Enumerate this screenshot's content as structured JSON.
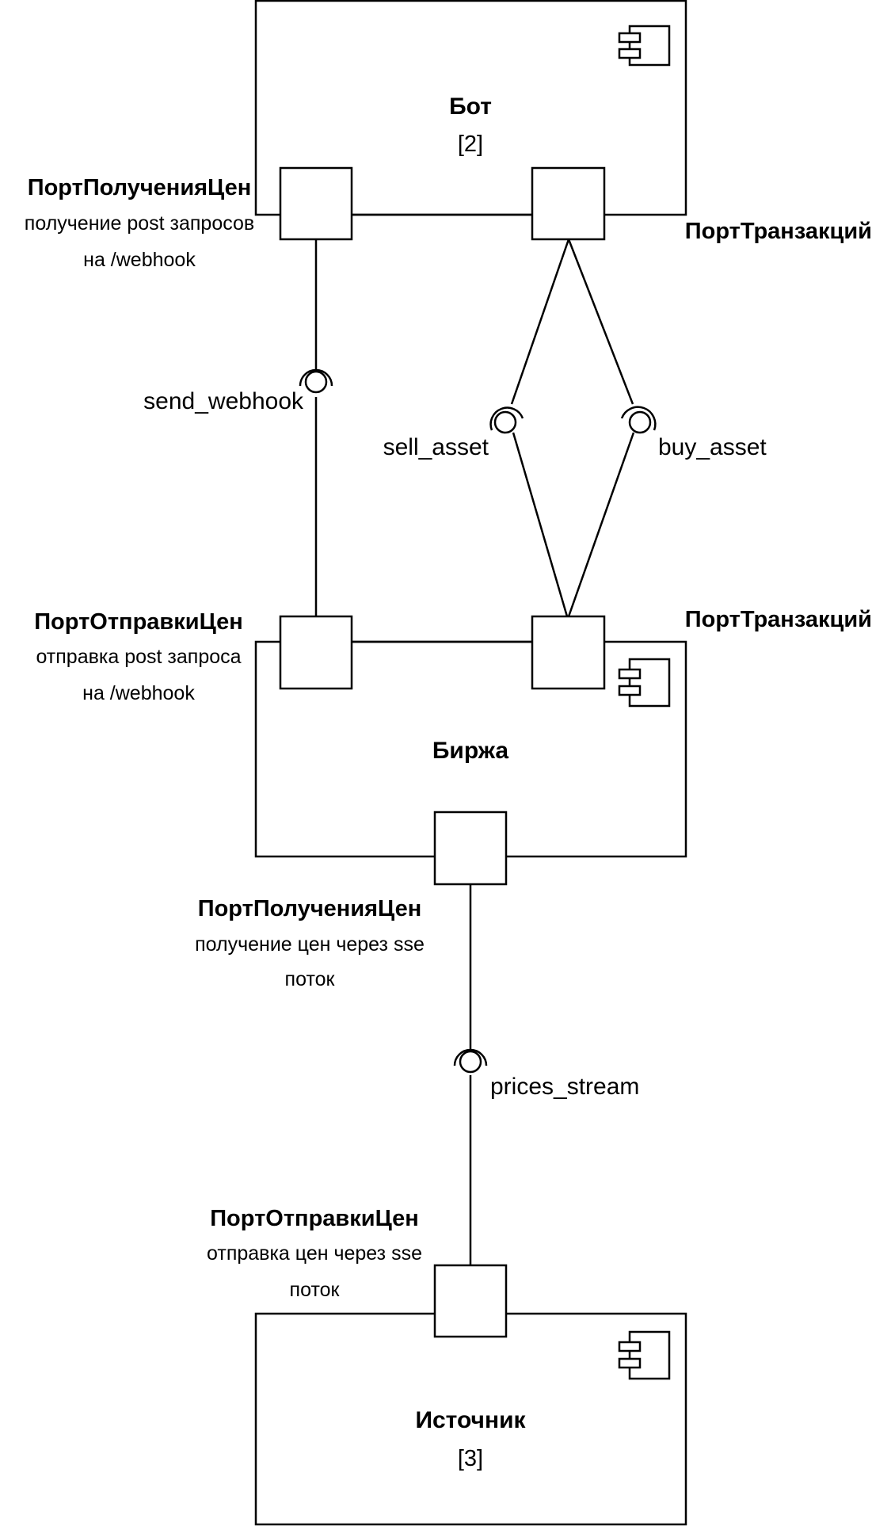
{
  "components": {
    "bot": {
      "name": "Бот",
      "multiplicity": "[2]",
      "icon": "component-icon"
    },
    "exchange": {
      "name": "Биржа",
      "icon": "component-icon"
    },
    "source": {
      "name": "Источник",
      "multiplicity": "[3]",
      "icon": "component-icon"
    }
  },
  "ports": {
    "bot_price_in": {
      "name": "ПортПолученияЦен",
      "desc1": "получение post запросов",
      "desc2": "на /webhook"
    },
    "bot_tx": {
      "name": "ПортТранзакций"
    },
    "exchange_price_out": {
      "name": "ПортОтправкиЦен",
      "desc1": "отправка post запроса",
      "desc2": "на /webhook"
    },
    "exchange_tx": {
      "name": "ПортТранзакций"
    },
    "exchange_price_in": {
      "name": "ПортПолученияЦен",
      "desc1": "получение цен через sse",
      "desc2": "поток"
    },
    "source_price_out": {
      "name": "ПортОтправкиЦен",
      "desc1": "отправка цен через sse",
      "desc2": "поток"
    }
  },
  "interfaces": {
    "send_webhook": "send_webhook",
    "sell_asset": "sell_asset",
    "buy_asset": "buy_asset",
    "prices_stream": "prices_stream"
  }
}
